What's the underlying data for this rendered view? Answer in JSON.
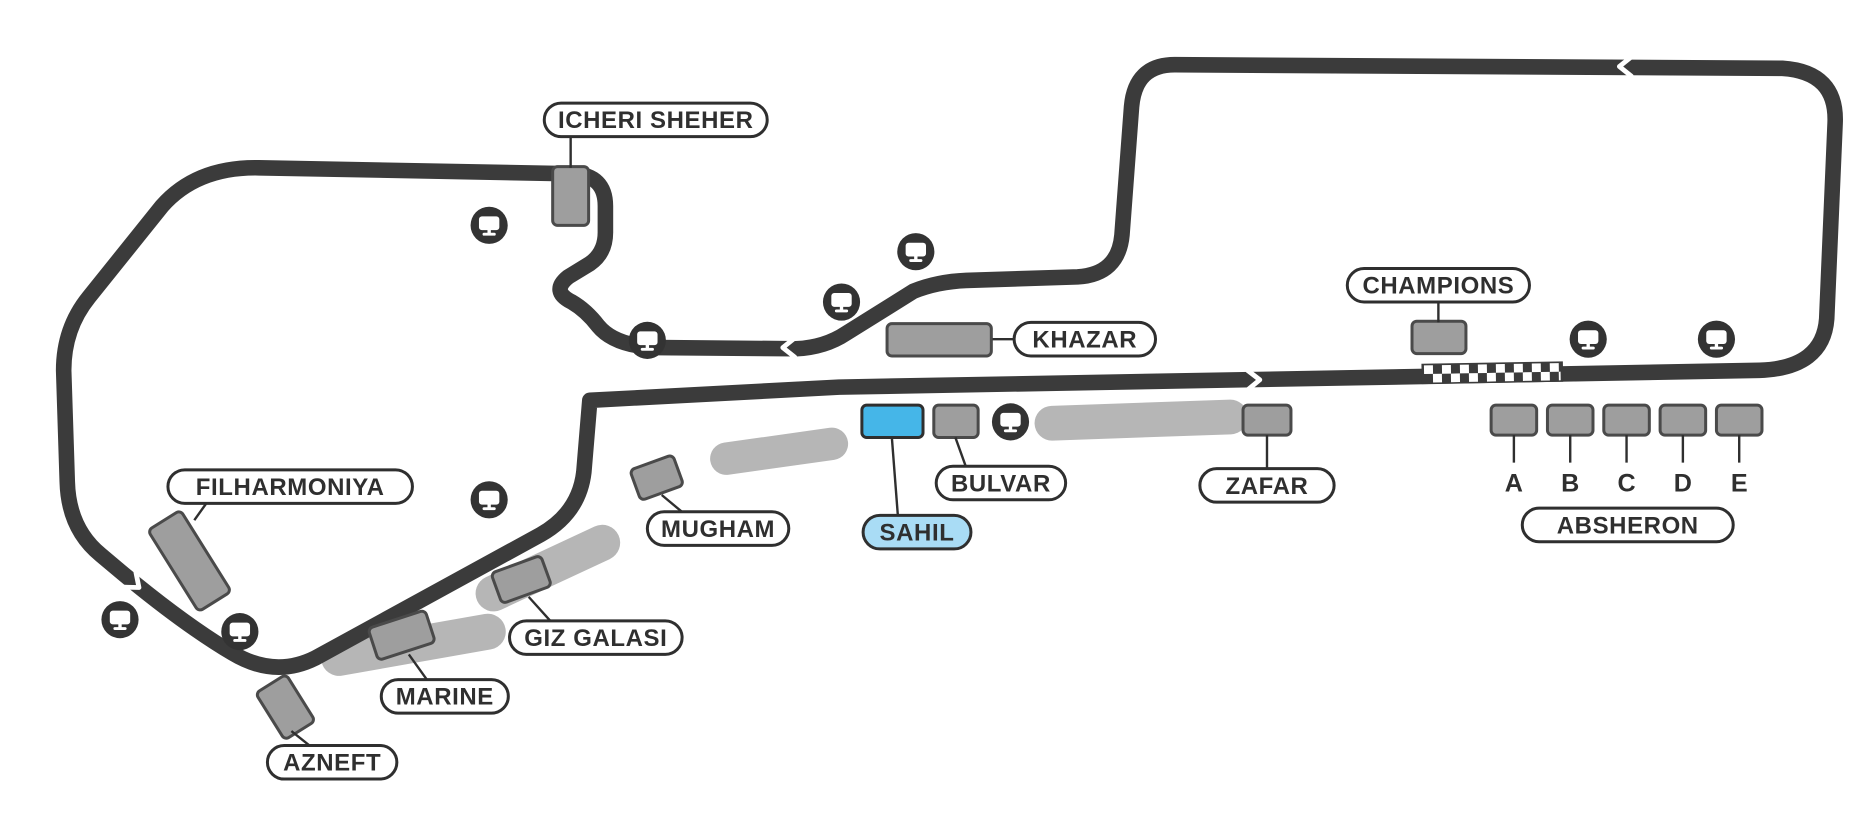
{
  "map": {
    "highlighted_grandstand": "SAHIL"
  },
  "labels": {
    "icheri_sheher": "ICHERI SHEHER",
    "khazar": "KHAZAR",
    "champions": "CHAMPIONS",
    "filharmoniya": "FILHARMONIYA",
    "mugham": "MUGHAM",
    "giz_galasi": "GIZ GALASI",
    "marine": "MARINE",
    "azneft": "AZNEFT",
    "bulvar": "BULVAR",
    "sahil": "SAHIL",
    "zafar": "ZAFAR",
    "absheron": "ABSHERON"
  },
  "sections": {
    "a": "A",
    "b": "B",
    "c": "C",
    "d": "D",
    "e": "E"
  },
  "icons": {
    "camera": "tv-icon",
    "direction": "chevron-arrow-icon",
    "start_finish": "checkered-line"
  },
  "colors": {
    "track": "#3b3b3b",
    "grandstand_fill": "#9e9e9e",
    "grandstand_border": "#4a4a4a",
    "highlight_fill": "#45b6e8",
    "highlight_pill_fill": "#a9dcf5",
    "label_border": "#2f2f2f",
    "label_text": "#2f2f2f",
    "park_fill": "#b6b6b6",
    "background": "#ffffff"
  }
}
